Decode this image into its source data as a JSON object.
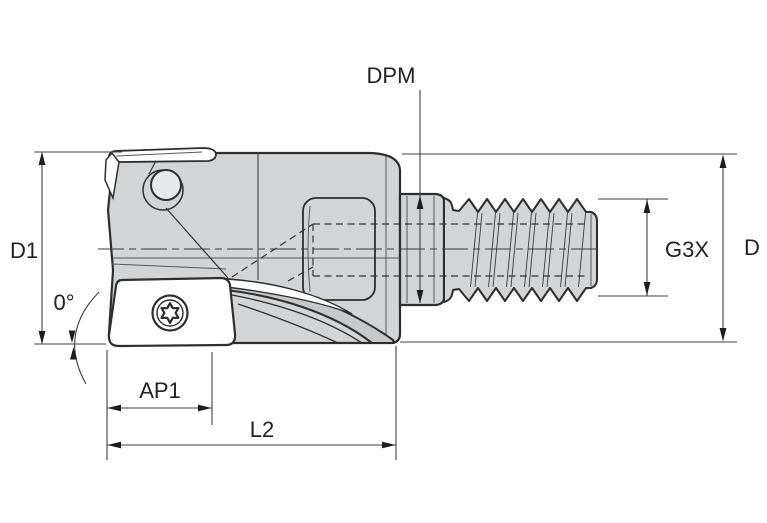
{
  "labels": {
    "dpm": "DPM",
    "d1": "D1",
    "lead_angle": "0°",
    "ap1": "AP1",
    "l2": "L2",
    "g3x": "G3X",
    "d": "D"
  },
  "colors": {
    "background": "#ffffff",
    "body_fill": "#d3d4d6",
    "flute_fill": "#c7c8ca",
    "insert_fill": "#ffffff",
    "outline": "#2e2e2e",
    "dimension_line": "#3f3f3f",
    "text": "#222222"
  }
}
